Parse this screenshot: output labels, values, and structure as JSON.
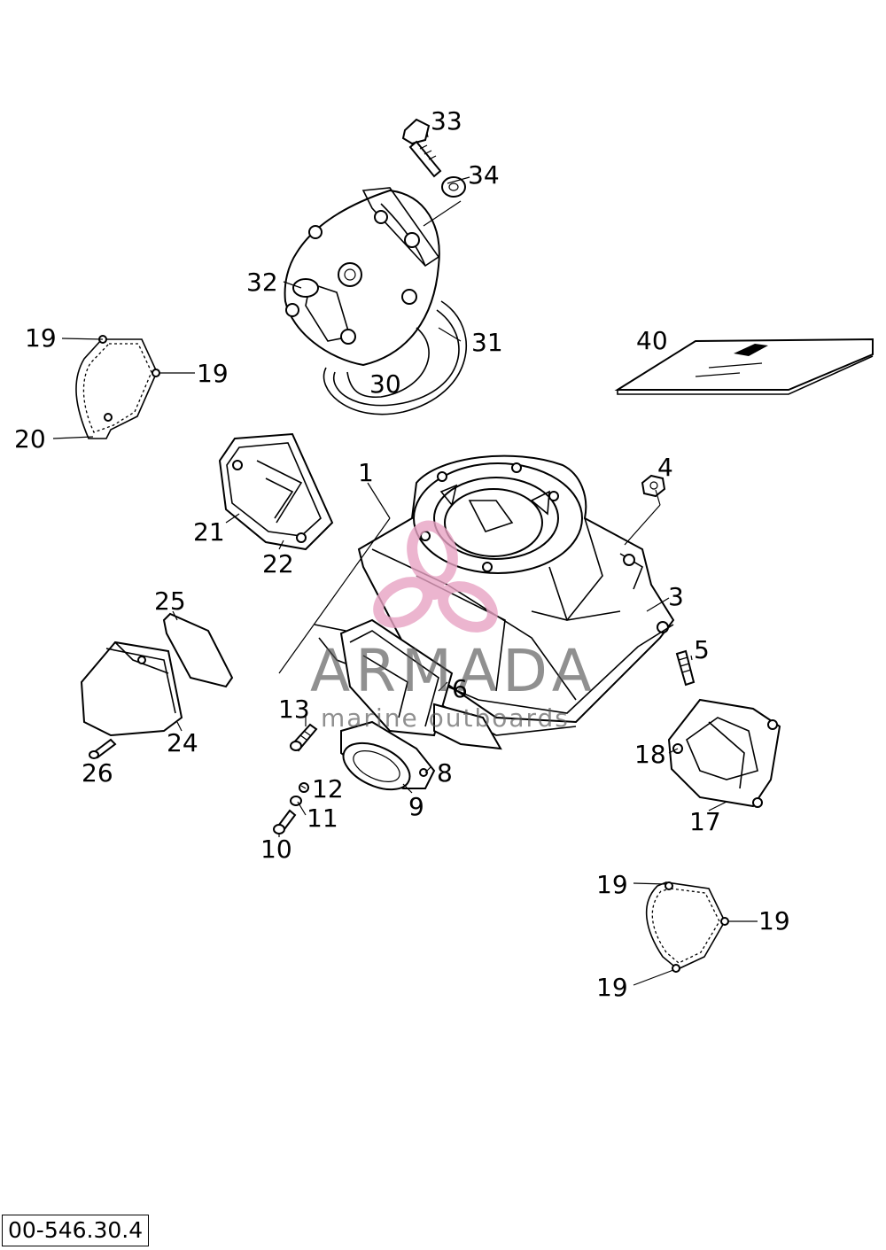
{
  "drawing_number": "00-546.30.4",
  "watermark": {
    "brand": "ARMADA",
    "tagline": "marine outboards",
    "accent_color": "#e8a3c4"
  },
  "callouts": {
    "c1": "1",
    "c3": "3",
    "c4": "4",
    "c5": "5",
    "c6": "6",
    "c8": "8",
    "c9": "9",
    "c10": "10",
    "c11": "11",
    "c12": "12",
    "c13": "13",
    "c17": "17",
    "c18": "18",
    "c19a": "19",
    "c19b": "19",
    "c19c": "19",
    "c19d": "19",
    "c19e": "19",
    "c20": "20",
    "c21": "21",
    "c22": "22",
    "c24": "24",
    "c25": "25",
    "c26": "26",
    "c30": "30",
    "c31": "31",
    "c32": "32",
    "c33": "33",
    "c34": "34",
    "c40": "40"
  }
}
